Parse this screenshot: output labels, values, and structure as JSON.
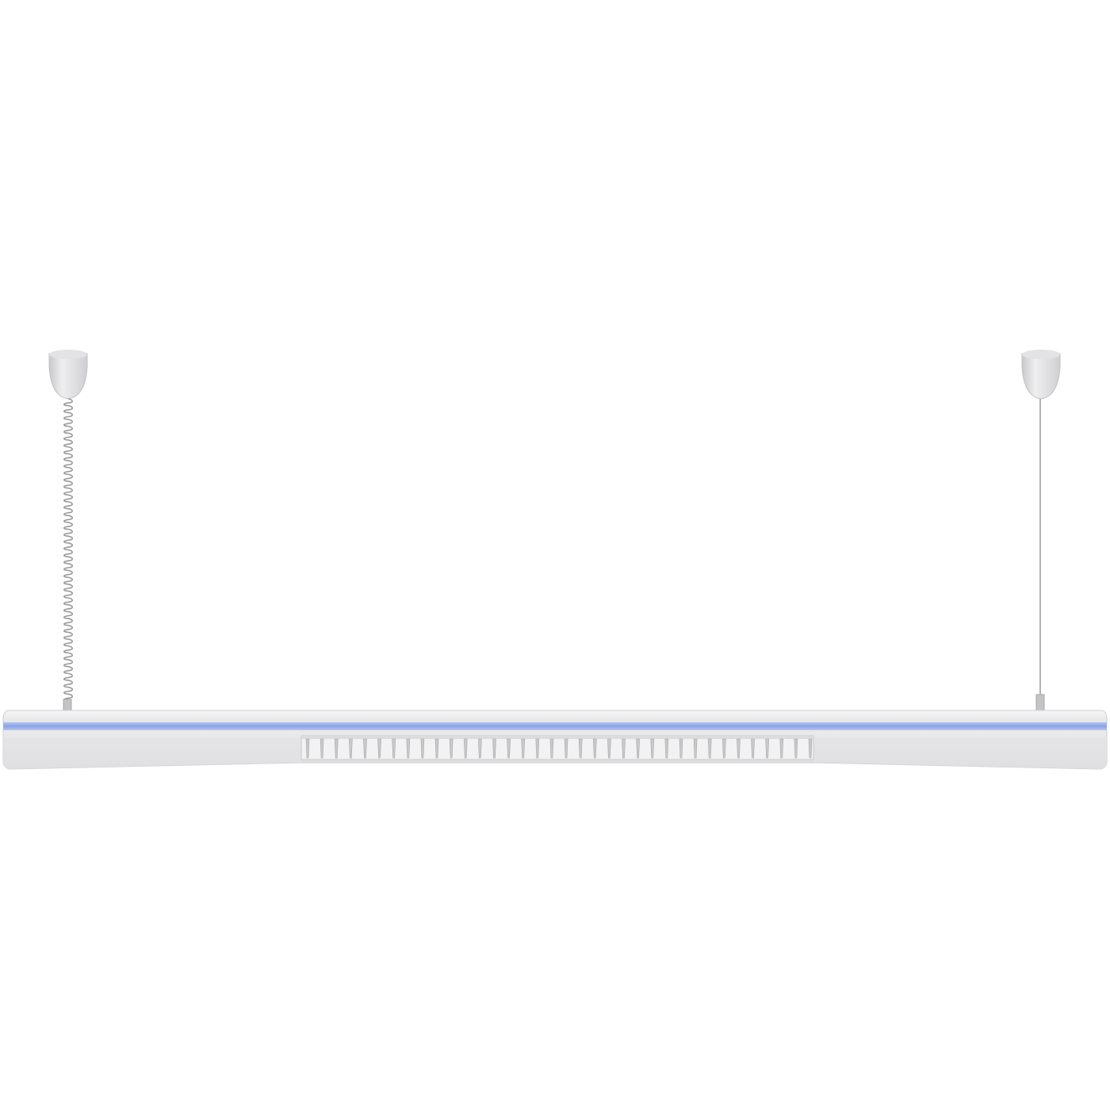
{
  "colors": {
    "background": "#ffffff",
    "housing": "#ededee",
    "housing_shade": "#d6d6d8",
    "accent_strip": "#8fa8e8",
    "louver": "#c9c9cc",
    "canopy": "#dedee0",
    "cable": "#9a9a9d"
  },
  "fixture": {
    "louver_count": 36,
    "left_suspension": "coiled-cable",
    "right_suspension": "straight-wire"
  }
}
